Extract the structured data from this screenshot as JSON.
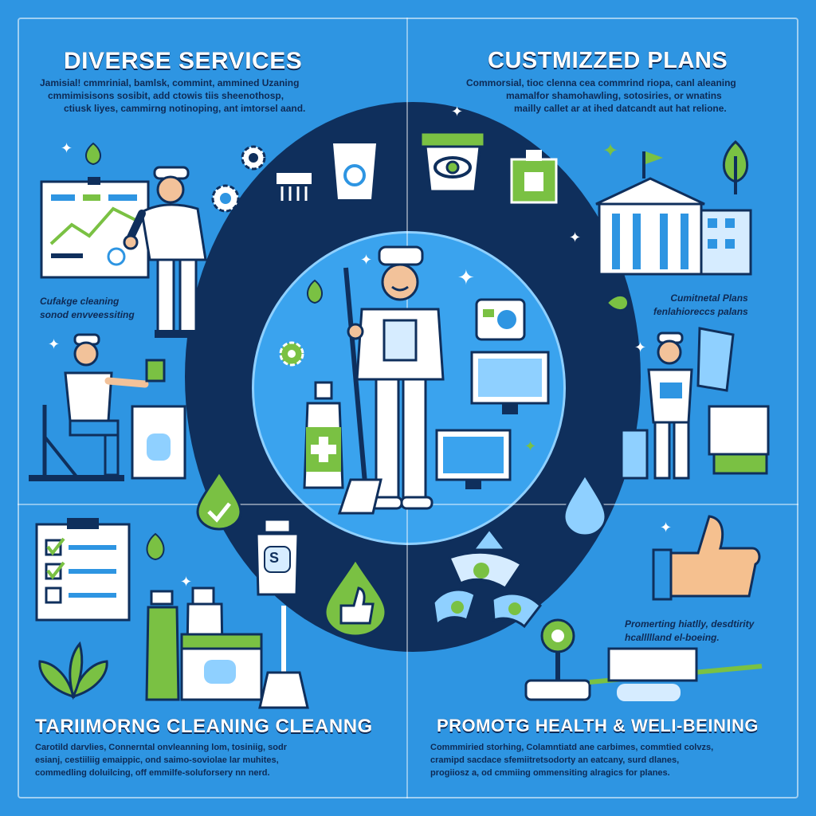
{
  "quadrants": {
    "top_left": {
      "title": "DIVERSE SERVICES",
      "lines": [
        "Jamisial! cmmrinial, bamlsk, commint, ammined Uzaning",
        "cmmimisisons sosibit, add ctowis tiis sheenothosp,",
        "ctiusk liyes, cammirng notinoping, ant imtorsel aand."
      ],
      "caption": [
        "Cufakge cleaning",
        "sonod envveessiting"
      ]
    },
    "top_right": {
      "title": "CUSTMIZZED PLANS",
      "lines": [
        "Commorsial, tioc clenna cea commrind riopa, canl aleaning",
        "mamalfor shamohawling, sotosiries, or wnatins",
        "mailly callet ar at ihed datcandt aut hat relione."
      ],
      "caption": [
        "Cumitnetal Plans",
        "fenlahioreccs palans"
      ]
    },
    "bottom_left": {
      "title": "TARIIMORNG CLEANING CLEANNG",
      "lines": [
        "Carotild darvlies, Connerntal onvleanning lom, tosiniig, sodr",
        "esianj, cestiiliig emaippic, ond saimo-soviolae lar muhites,",
        "commedling doluilcing, off emmilfe-soluforsery nn nerd."
      ]
    },
    "bottom_right": {
      "title": "PROMOTG HEALTH & WELI-BEINING",
      "lines": [
        "Commmiried storhing, Colamntiatd ane carbimes, commtied colvzs,",
        "cramipd sacdace sfemiitretsodorty an eatcany, surd dlanes,",
        "progiiosz a, od cmmiing ommensiting alragics for planes."
      ],
      "caption": [
        "Promerting hiatlly, desdtirity",
        "hcallllland el-boeing."
      ]
    }
  },
  "bottle_label": "S",
  "colors": {
    "background": "#2e95e2",
    "navy": "#0f2f5c",
    "green": "#7ac143",
    "white": "#ffffff"
  },
  "icons": [
    "worker-icon",
    "building-icon",
    "water-drop-icon",
    "thumbs-up-icon",
    "recycle-icon",
    "checklist-icon",
    "leaf-icon",
    "sparkle-icon"
  ]
}
